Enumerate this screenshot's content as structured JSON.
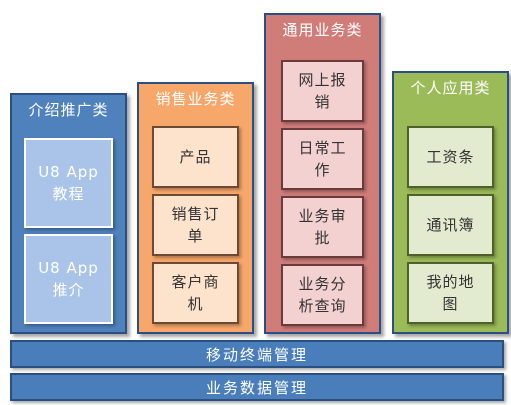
{
  "groups": [
    {
      "title": "介绍推广类",
      "items": [
        "U8 App\n教程",
        "U8 App\n推介"
      ],
      "colors": {
        "fill": "#4f81bd",
        "card_fill": "#a9c4e8",
        "card_border": "#ffffff",
        "card_text": "#ffffff"
      }
    },
    {
      "title": "销售业务类",
      "items": [
        "产品",
        "销售订\n单",
        "客户商\n机"
      ],
      "colors": {
        "fill": "#f8a76a",
        "card_fill": "#fde2cc",
        "card_border": "#6b4a36",
        "card_text": "#333333"
      }
    },
    {
      "title": "通用业务类",
      "items": [
        "网上报\n销",
        "日常工\n作",
        "业务审\n批",
        "业务分\n析查询"
      ],
      "colors": {
        "fill": "#d07d7a",
        "card_fill": "#f2d1d0",
        "card_border": "#6b3a3a",
        "card_text": "#333333"
      }
    },
    {
      "title": "个人应用类",
      "items": [
        "工资条",
        "通讯簿",
        "我的地\n图"
      ],
      "colors": {
        "fill": "#9bbb59",
        "card_fill": "#e2ebcf",
        "card_border": "#4f6128",
        "card_text": "#333333"
      }
    }
  ],
  "bars": [
    "移动终端管理",
    "业务数据管理"
  ]
}
